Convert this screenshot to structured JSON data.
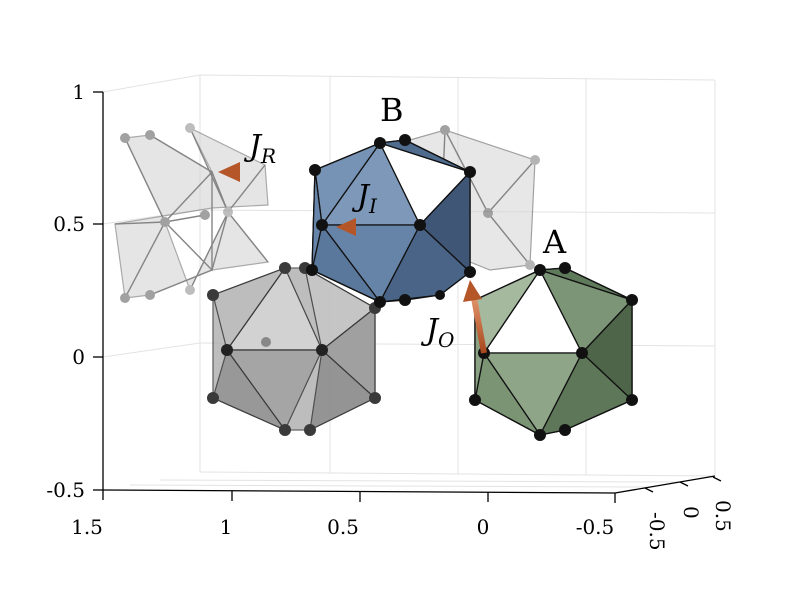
{
  "axes": {
    "z_ticks": [
      "1",
      "0.5",
      "0",
      "-0.5"
    ],
    "x_ticks": [
      "1.5",
      "1",
      "0.5",
      "0",
      "-0.5"
    ],
    "y_ticks": [
      "-0.5",
      "0",
      "0.5"
    ]
  },
  "labels": {
    "cluster_b": "B",
    "cluster_a": "A",
    "j_r": "J",
    "j_r_sub": "R",
    "j_i": "J",
    "j_i_sub": "I",
    "j_o": "J",
    "j_o_sub": "O"
  },
  "colors": {
    "blue_face": "#5f7ea3",
    "blue_face_light": "#8aa5c4",
    "green_face": "#6f8a6a",
    "green_face_light": "#b8c8b2",
    "gray_face": "#9a9a9a",
    "arrow": "#c0602e"
  }
}
